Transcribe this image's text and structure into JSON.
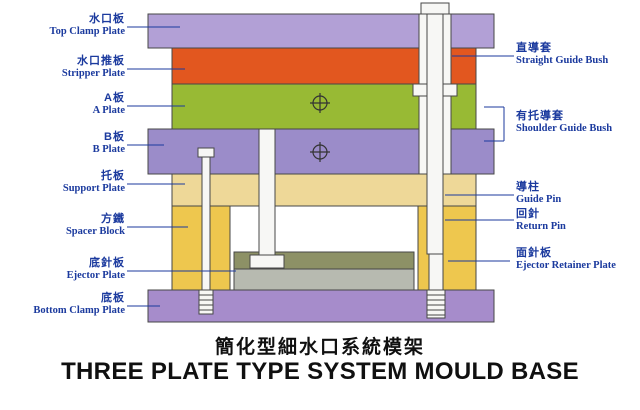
{
  "title": {
    "chinese": "簡化型細水口系統模架",
    "english": "THREE PLATE TYPE SYSTEM MOULD BASE"
  },
  "labels": {
    "left": [
      {
        "cn": "水口板",
        "en": "Top Clamp Plate"
      },
      {
        "cn": "水口推板",
        "en": "Stripper Plate"
      },
      {
        "cn": "A板",
        "en": "A Plate"
      },
      {
        "cn": "B板",
        "en": "B Plate"
      },
      {
        "cn": "托板",
        "en": "Support Plate"
      },
      {
        "cn": "方鐵",
        "en": "Spacer Block"
      },
      {
        "cn": "底針板",
        "en": "Ejector Plate"
      },
      {
        "cn": "底板",
        "en": "Bottom Clamp Plate"
      }
    ],
    "right": [
      {
        "cn": "直導套",
        "en": "Straight Guide Bush"
      },
      {
        "cn": "有托導套",
        "en": "Shoulder Guide Bush"
      },
      {
        "cn": "導柱",
        "en": "Guide Pin"
      },
      {
        "cn": "回針",
        "en": "Return Pin"
      },
      {
        "cn": "面針板",
        "en": "Ejector Retainer Plate"
      }
    ]
  },
  "colors": {
    "top_clamp_plate": "#b2a0d6",
    "stripper_plate": "#e2571f",
    "a_plate": "#98ba34",
    "b_plate": "#9b8cc9",
    "support_plate": "#eed898",
    "spacer_block": "#eec74e",
    "ejector_retainer_plate": "#8d9166",
    "ejector_plate": "#b7bab0",
    "bottom_clamp_plate": "#a68ccb",
    "pin_fill": "#f7f7f5",
    "leader_line": "#1b3a9e",
    "label_text": "#1b3a9e",
    "title_text": "#101010"
  }
}
